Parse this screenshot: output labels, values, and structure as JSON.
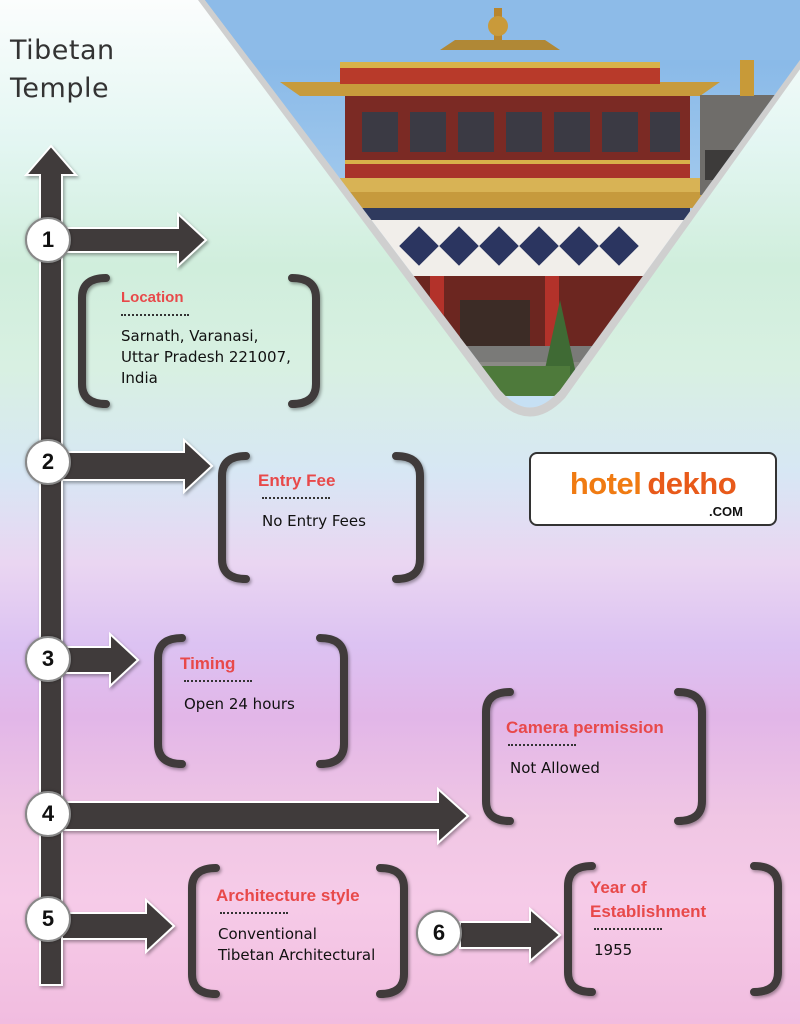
{
  "title": {
    "line1": "Tibetan",
    "line2": "Temple"
  },
  "logo": {
    "brand_a": "hotel",
    "brand_b": "dekho",
    "suffix": ".COM"
  },
  "steps": [
    {
      "number": "1",
      "label": "Location",
      "lines": [
        "Sarnath, Varanasi,",
        "Uttar Pradesh 221007,",
        "India"
      ]
    },
    {
      "number": "2",
      "label": "Entry Fee",
      "lines": [
        "No Entry Fees"
      ]
    },
    {
      "number": "3",
      "label": "Timing",
      "lines": [
        "Open 24 hours"
      ]
    },
    {
      "number": "4",
      "label": "Camera permission",
      "lines": [
        "Not Allowed"
      ]
    },
    {
      "number": "5",
      "label": "Architecture style",
      "lines": [
        "Conventional",
        "Tibetan Architectural"
      ]
    },
    {
      "number": "6",
      "label_lines": [
        "Year of",
        "Establishment"
      ],
      "lines": [
        "1955"
      ]
    }
  ],
  "colors": {
    "accent": "#e8494a",
    "arrow": "#3f3b3b",
    "brand_orange": "#f07b12"
  }
}
